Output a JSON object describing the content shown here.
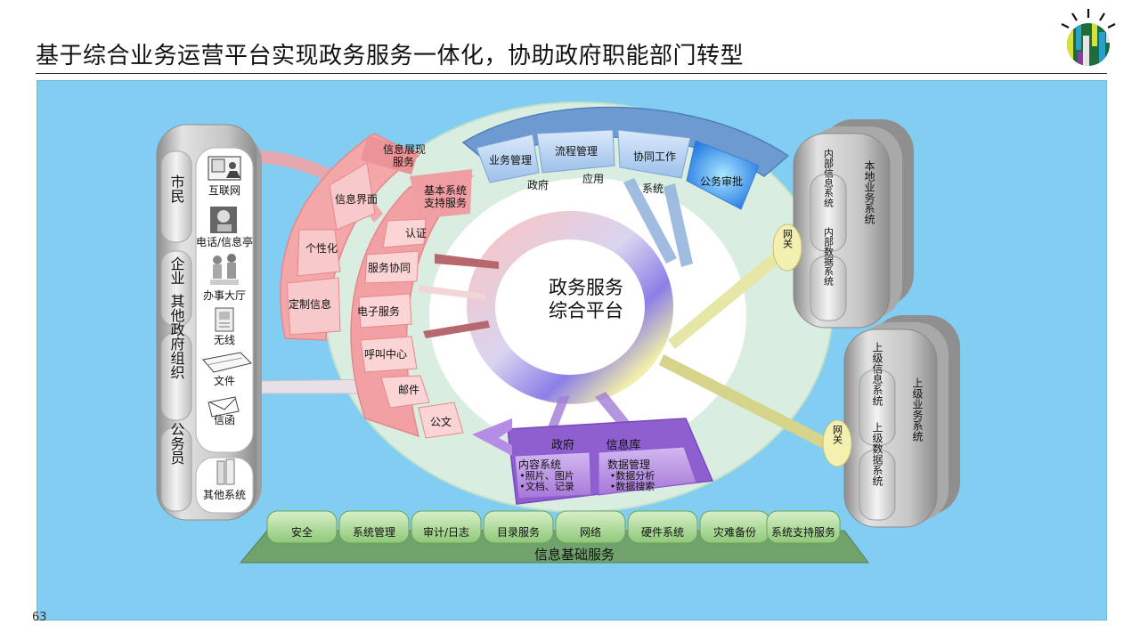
{
  "title": "基于综合业务运营平台实现政务服务一体化，协助政府职能部门转型",
  "page_number": "63",
  "core": {
    "line1": "政务服务",
    "line2": "综合平台"
  },
  "users": [
    "市民",
    "企业",
    "其他政府组织",
    "公务员"
  ],
  "channels": [
    "互联网",
    "电话/信息亭",
    "办事大厅",
    "无线",
    "文件",
    "信函",
    "其他系统"
  ],
  "presentation_outer": {
    "header": "信息展现服务",
    "header_line1": "信息展现",
    "header_line2": "服务",
    "items": [
      "信息界面",
      "个性化",
      "定制信息"
    ]
  },
  "presentation_inner": {
    "header_line1": "基本系统",
    "header_line2": "支持服务",
    "items": [
      "认证",
      "服务协同",
      "电子服务",
      "呼叫中心",
      "邮件",
      "公文"
    ]
  },
  "gov_apps": {
    "tabs": [
      "业务管理",
      "流程管理",
      "协同工作",
      "公务审批"
    ],
    "labels": [
      "政府",
      "应用",
      "系统"
    ]
  },
  "content": {
    "header_left": "政府",
    "header_right": "信息库",
    "left_title": "内容系统",
    "left_b1": "•照片、图片",
    "left_b2": "•文档、记录",
    "right_title": "数据管理",
    "right_b1": "•数据分析",
    "right_b2": "•数据搜索"
  },
  "local_systems": {
    "title": "本地业务系统",
    "items": [
      "内部信息系统",
      "内部数据系统"
    ],
    "gateway": "网关"
  },
  "upper_systems": {
    "title": "上级业务系统",
    "items": [
      "上级信息系统",
      "上级数据系统"
    ],
    "gateway": "网关"
  },
  "infrastructure": {
    "label": "信息基础服务",
    "items": [
      "安全",
      "系统管理",
      "审计/日志",
      "目录服务",
      "网络",
      "硬件系统",
      "灾难备份",
      "系统支持服务"
    ]
  },
  "colors": {
    "panel": "#82cdf2",
    "pink": "#f3a7a9",
    "blue": "#7fa6d6",
    "purple": "#b88de0",
    "green": "#7fc28a"
  }
}
